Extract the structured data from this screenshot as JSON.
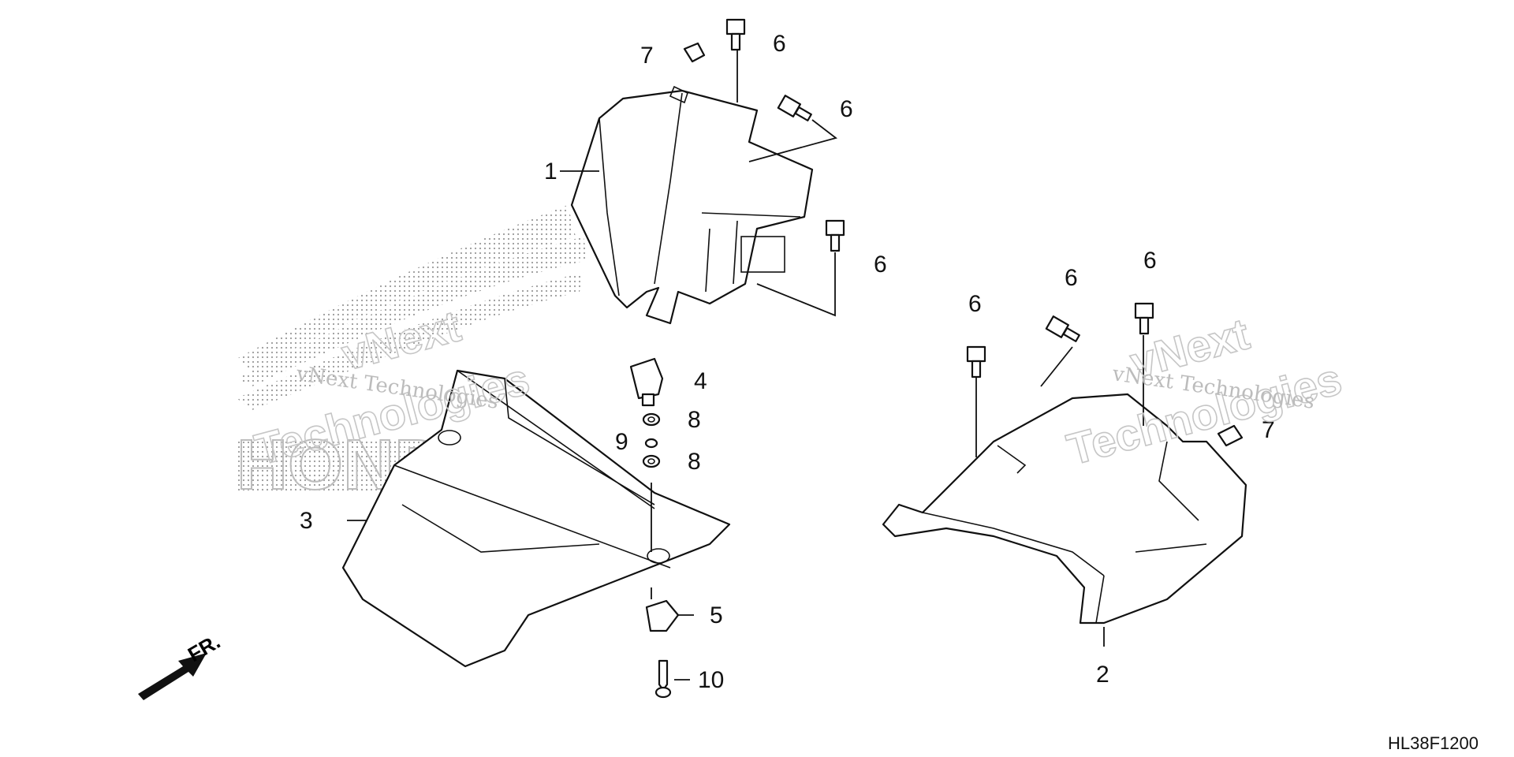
{
  "diagram": {
    "callouts": [
      {
        "id": "c1",
        "text": "1"
      },
      {
        "id": "c2",
        "text": "2"
      },
      {
        "id": "c3",
        "text": "3"
      },
      {
        "id": "c4",
        "text": "4"
      },
      {
        "id": "c5",
        "text": "5"
      },
      {
        "id": "c6a",
        "text": "6"
      },
      {
        "id": "c6b",
        "text": "6"
      },
      {
        "id": "c6c",
        "text": "6"
      },
      {
        "id": "c6d",
        "text": "6"
      },
      {
        "id": "c6e",
        "text": "6"
      },
      {
        "id": "c6f",
        "text": "6"
      },
      {
        "id": "c7a",
        "text": "7"
      },
      {
        "id": "c7b",
        "text": "7"
      },
      {
        "id": "c8a",
        "text": "8"
      },
      {
        "id": "c8b",
        "text": "8"
      },
      {
        "id": "c9",
        "text": "9"
      },
      {
        "id": "c10",
        "text": "10"
      }
    ],
    "front_marker": "FR.",
    "diagram_code": "HL38F1200"
  },
  "watermarks": {
    "left_line1": "vNext Technologies",
    "left_outline_1": "vNext",
    "left_outline_2": "Technologies",
    "right_line1": "vNext Technologies",
    "right_outline_1": "vNext",
    "right_outline_2": "Technologies"
  },
  "colors": {
    "line": "#111111",
    "watermark": "#bcbcbc",
    "background": "#ffffff"
  }
}
